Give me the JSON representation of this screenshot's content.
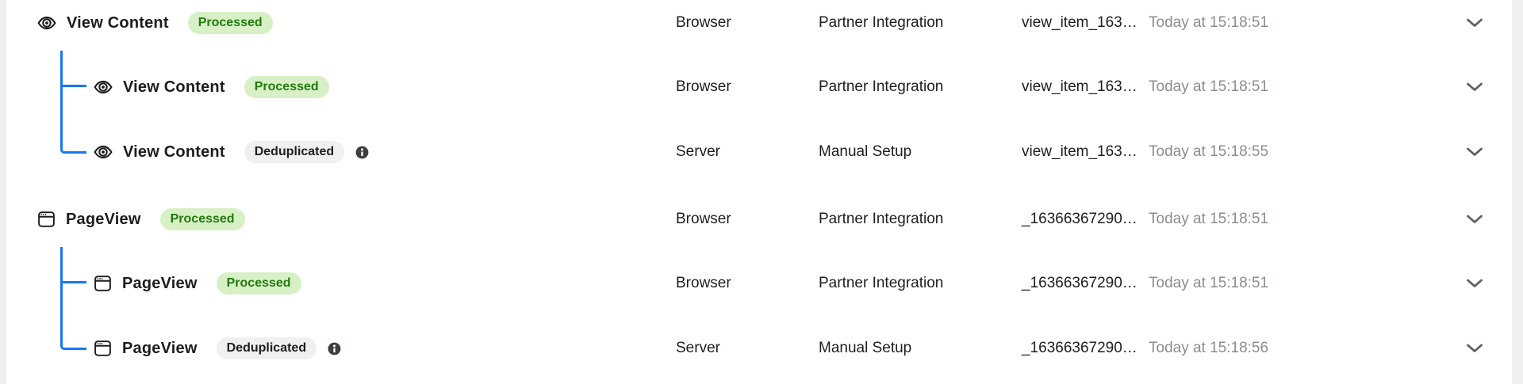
{
  "colors": {
    "accent_blue": "#1877f2",
    "processed_badge_bg": "#d8f0c6",
    "processed_badge_text": "#237a0d",
    "deduplicated_badge_bg": "#f0f0f0",
    "deduplicated_badge_text": "#1c1e21",
    "event_name_text": "#1b1d1f",
    "timestamp_text": "#8a8d92",
    "gutter": "#f0f0f1"
  },
  "rows": [
    {
      "event": "View Content",
      "icon": "eye-icon",
      "status": "Processed",
      "channel": "Browser",
      "integration": "Partner Integration",
      "event_id": "view_item_163…",
      "time": "Today at 15:18:51",
      "depth": 0,
      "has_info": false
    },
    {
      "event": "View Content",
      "icon": "eye-icon",
      "status": "Processed",
      "channel": "Browser",
      "integration": "Partner Integration",
      "event_id": "view_item_163…",
      "time": "Today at 15:18:51",
      "depth": 1,
      "has_info": false
    },
    {
      "event": "View Content",
      "icon": "eye-icon",
      "status": "Deduplicated",
      "channel": "Server",
      "integration": "Manual Setup",
      "event_id": "view_item_163…",
      "time": "Today at 15:18:55",
      "depth": 1,
      "has_info": true
    },
    {
      "event": "PageView",
      "icon": "browser-window-icon",
      "status": "Processed",
      "channel": "Browser",
      "integration": "Partner Integration",
      "event_id": "_16366367290…",
      "time": "Today at 15:18:51",
      "depth": 0,
      "has_info": false
    },
    {
      "event": "PageView",
      "icon": "browser-window-icon",
      "status": "Processed",
      "channel": "Browser",
      "integration": "Partner Integration",
      "event_id": "_16366367290…",
      "time": "Today at 15:18:51",
      "depth": 1,
      "has_info": false
    },
    {
      "event": "PageView",
      "icon": "browser-window-icon",
      "status": "Deduplicated",
      "channel": "Server",
      "integration": "Manual Setup",
      "event_id": "_16366367290…",
      "time": "Today at 15:18:56",
      "depth": 1,
      "has_info": true
    }
  ]
}
